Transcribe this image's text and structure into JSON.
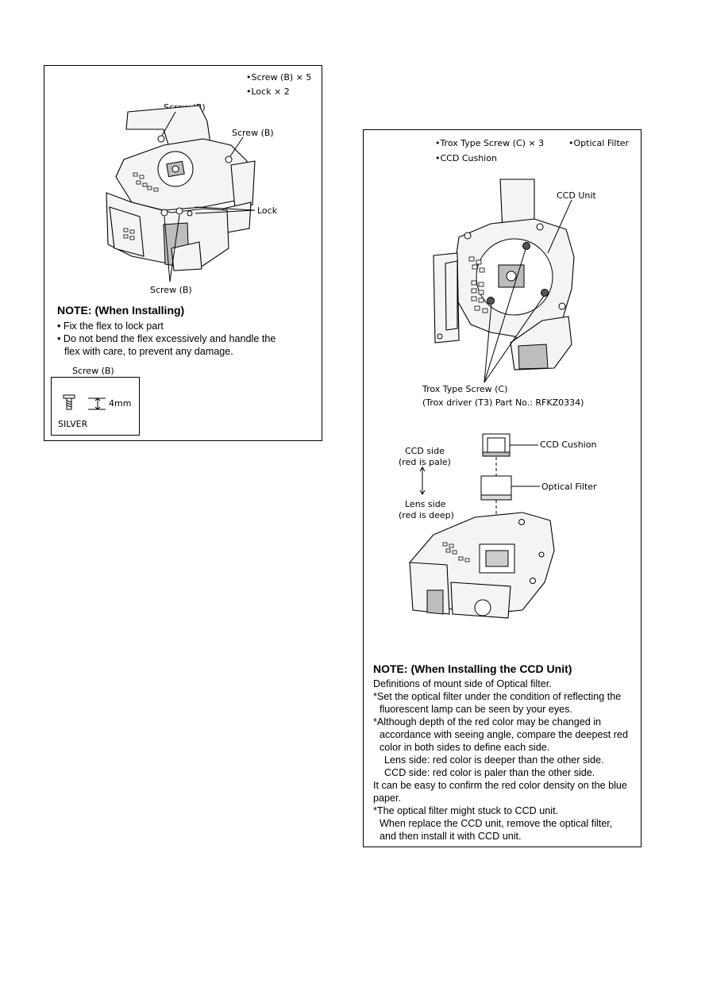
{
  "left_panel": {
    "tags": [
      "•Screw (B) × 5",
      "•Lock × 2"
    ],
    "callouts": {
      "screw_top": "Screw (B)",
      "screw_right": "Screw (B)",
      "lock": "Lock",
      "screw_bottom": "Screw (B)"
    },
    "note_title": "NOTE: (When Installing)",
    "note_lines": [
      "• Fix the flex to lock part",
      "• Do not bend the flex excessively and handle the",
      "flex with care, to prevent any damage."
    ],
    "screw_box": {
      "title": "Screw (B)",
      "length": "4mm",
      "finish": "SILVER"
    }
  },
  "right_panel": {
    "tags": [
      "•Trox Type Screw (C) × 3",
      "•Optical Filter",
      "•CCD Cushion"
    ],
    "ccd_unit_label": "CCD Unit",
    "trox_label": "Trox Type Screw (C)",
    "trox_driver_label": "(Trox driver (T3) Part No.: RFKZ0334)",
    "ccd_side": [
      "CCD side",
      "(red is pale)"
    ],
    "lens_side": [
      "Lens side",
      "(red is deep)"
    ],
    "ccd_cushion_label": "CCD Cushion",
    "optical_filter_label": "Optical Filter",
    "note_title": "NOTE: (When Installing the CCD Unit)",
    "note_lines": [
      "Definitions of mount side of Optical filter.",
      "*Set the optical filter under the condition of reflecting the",
      "fluorescent lamp can be seen by your eyes.",
      "*Although depth of the red color may be changed in",
      "accordance with seeing angle, compare the deepest red",
      "color in both sides to define each side.",
      "Lens side: red color is deeper than the other side.",
      "CCD side: red color is paler than the other side.",
      "It can be easy to confirm the red color density on the blue",
      "paper.",
      "*The optical filter might stuck to CCD unit.",
      "When replace the CCD unit, remove the optical filter,",
      "and then install it with CCD unit."
    ]
  }
}
